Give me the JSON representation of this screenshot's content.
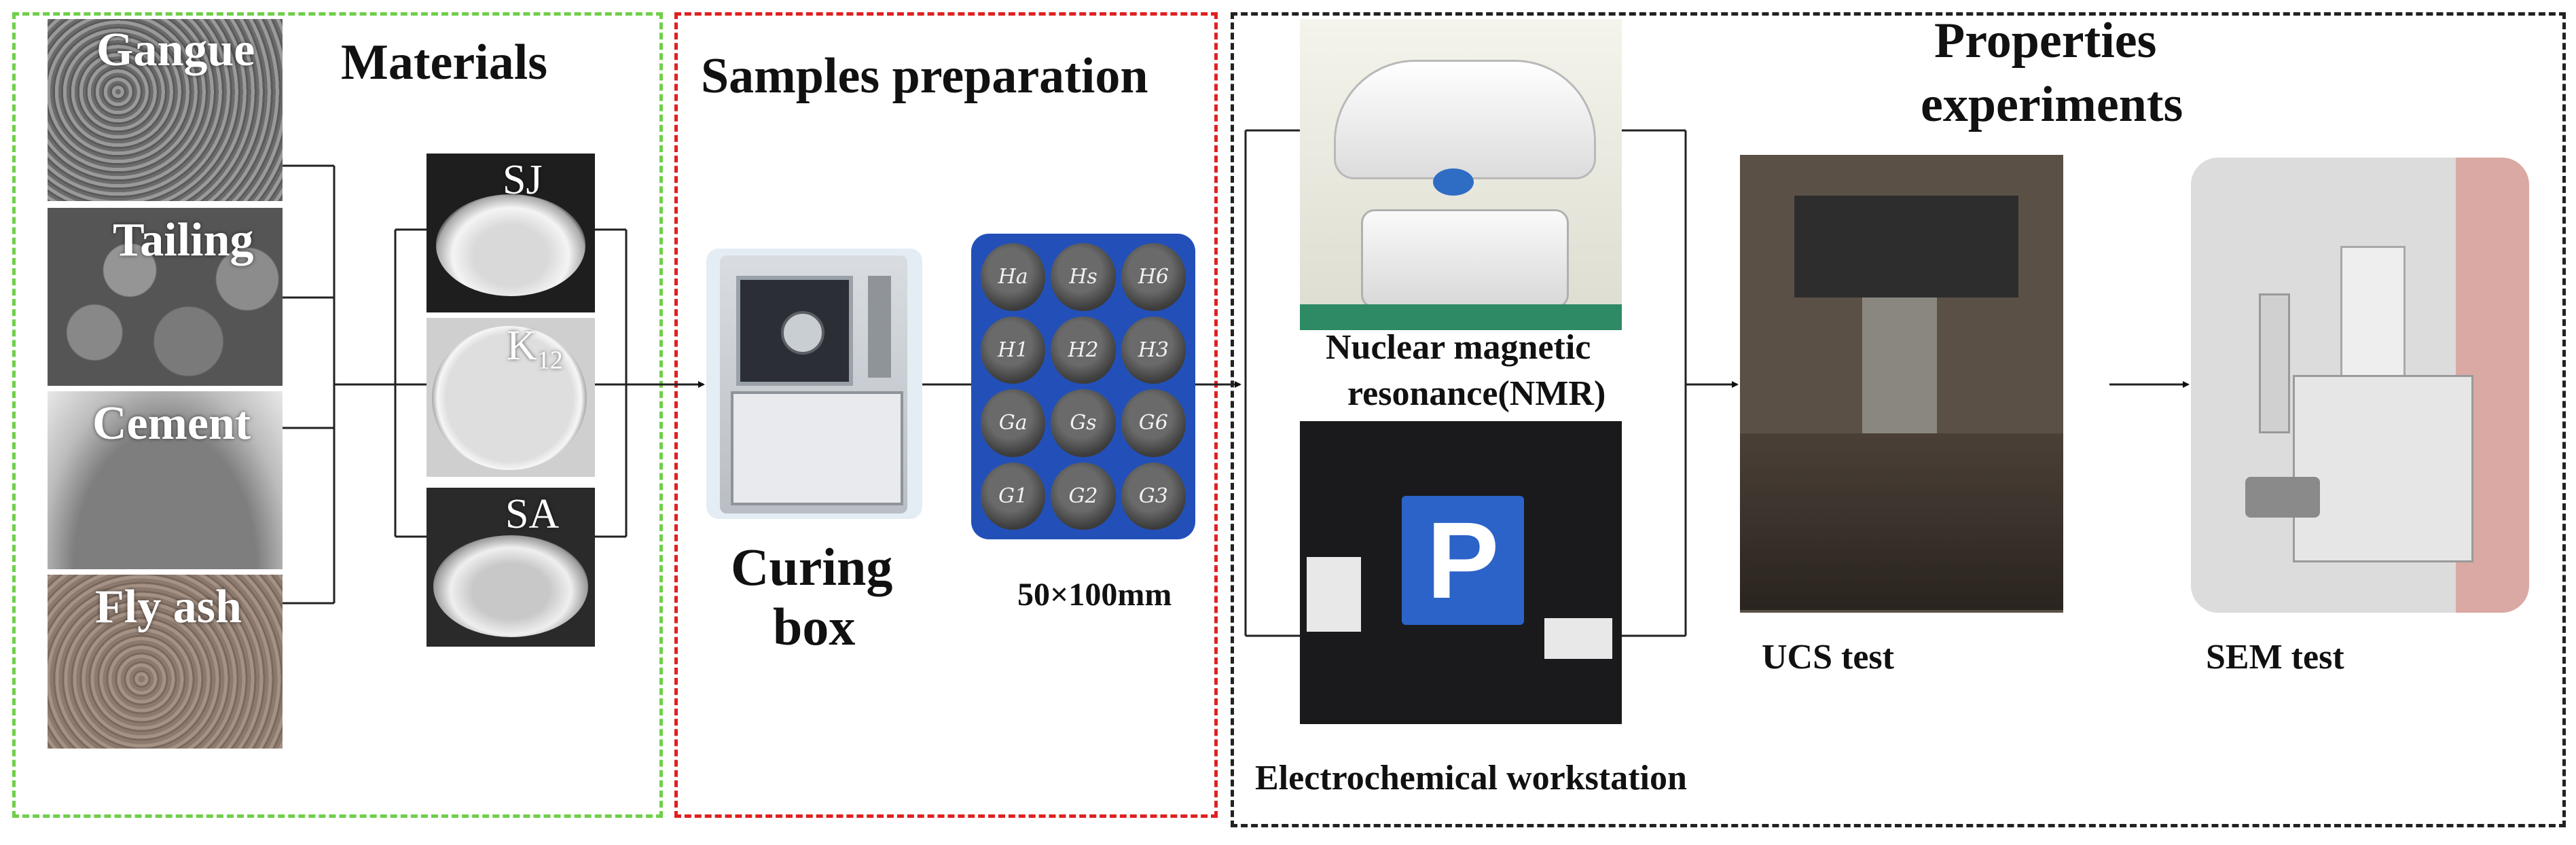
{
  "sections": {
    "materials": {
      "title": "Materials",
      "border_color": "#6fcf4a"
    },
    "samples": {
      "title": "Samples preparation",
      "border_color": "#e02020"
    },
    "properties": {
      "title_line1": "Properties",
      "title_line2": "experiments",
      "border_color": "#222222"
    }
  },
  "raw_materials": [
    {
      "name": "Gangue"
    },
    {
      "name": "Tailing"
    },
    {
      "name": "Cement"
    },
    {
      "name": "Fly ash"
    }
  ],
  "additives": [
    {
      "name": "SJ"
    },
    {
      "name": "K",
      "subscript": "12"
    },
    {
      "name": "SA"
    }
  ],
  "curing_box": {
    "line1": "Curing",
    "line2": "box"
  },
  "specimens": {
    "size_label": "50×100mm",
    "row1": [
      "Ha",
      "Hs",
      "H6"
    ],
    "row2": [
      "H1",
      "H2",
      "H3"
    ],
    "row3": [
      "Ga",
      "Gs",
      "G6"
    ],
    "row4": [
      "G1",
      "G2",
      "G3"
    ]
  },
  "nmr": {
    "line1": "Nuclear magnetic",
    "line2": "resonance(NMR)"
  },
  "electrochemical": {
    "label": "Electrochemical workstation",
    "logo_letter": "P"
  },
  "ucs": {
    "label": "UCS test"
  },
  "sem": {
    "label": "SEM test"
  },
  "colors": {
    "line": "#222222",
    "arrow": "#111111"
  }
}
